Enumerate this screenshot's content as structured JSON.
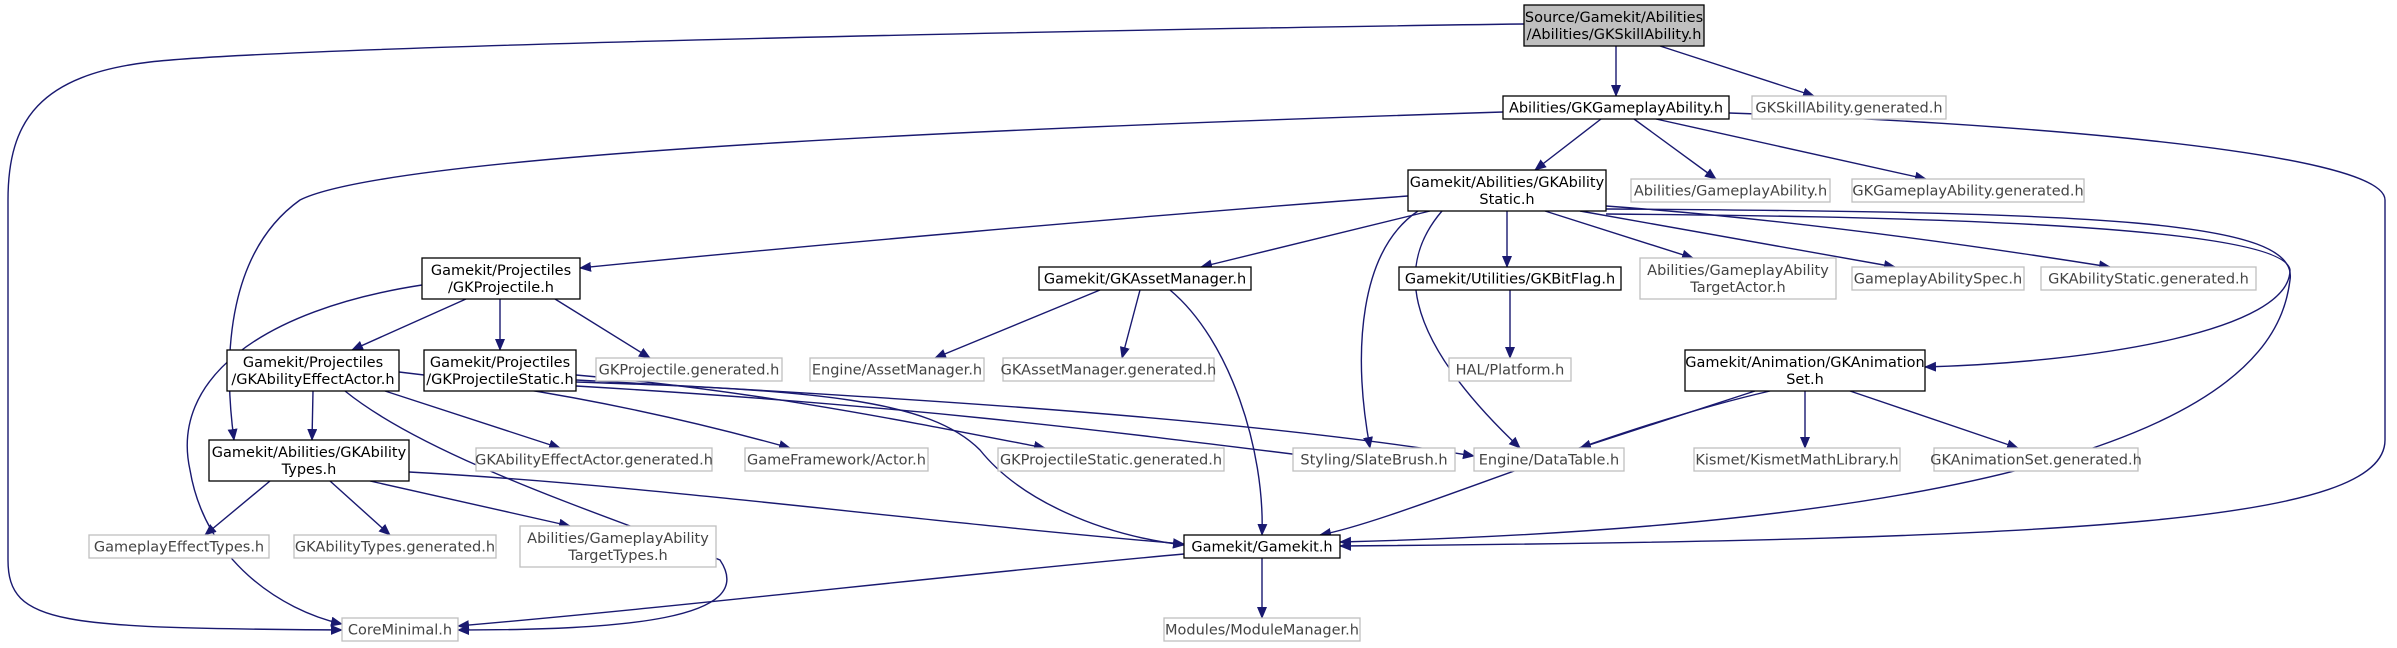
{
  "nodes": [
    {
      "id": "root",
      "kind": "root",
      "lines": [
        "Source/Gamekit/Abilities",
        "/Abilities/GKSkillAbility.h"
      ]
    },
    {
      "id": "gameplay_ability_h",
      "kind": "strong",
      "lines": [
        "Abilities/GKGameplayAbility.h"
      ]
    },
    {
      "id": "skill_gen",
      "kind": "weak",
      "lines": [
        "GKSkillAbility.generated.h"
      ]
    },
    {
      "id": "ability_static",
      "kind": "strong",
      "lines": [
        "Gamekit/Abilities/GKAbility",
        "Static.h"
      ]
    },
    {
      "id": "abilities_gameplayability",
      "kind": "weak",
      "lines": [
        "Abilities/GameplayAbility.h"
      ]
    },
    {
      "id": "gameplayability_gen",
      "kind": "weak",
      "lines": [
        "GKGameplayAbility.generated.h"
      ]
    },
    {
      "id": "projectile",
      "kind": "strong",
      "lines": [
        "Gamekit/Projectiles",
        "/GKProjectile.h"
      ]
    },
    {
      "id": "asset_manager",
      "kind": "strong",
      "lines": [
        "Gamekit/GKAssetManager.h"
      ]
    },
    {
      "id": "bitflag",
      "kind": "strong",
      "lines": [
        "Gamekit/Utilities/GKBitFlag.h"
      ]
    },
    {
      "id": "target_actor",
      "kind": "weak",
      "lines": [
        "Abilities/GameplayAbility",
        "TargetActor.h"
      ]
    },
    {
      "id": "ability_spec",
      "kind": "weak",
      "lines": [
        "GameplayAbilitySpec.h"
      ]
    },
    {
      "id": "static_gen",
      "kind": "weak",
      "lines": [
        "GKAbilityStatic.generated.h"
      ]
    },
    {
      "id": "effect_actor",
      "kind": "strong",
      "lines": [
        "Gamekit/Projectiles",
        "/GKAbilityEffectActor.h"
      ]
    },
    {
      "id": "projectile_static",
      "kind": "strong",
      "lines": [
        "Gamekit/Projectiles",
        "/GKProjectileStatic.h"
      ]
    },
    {
      "id": "projectile_gen",
      "kind": "weak",
      "lines": [
        "GKProjectile.generated.h"
      ]
    },
    {
      "id": "engine_assetmanager",
      "kind": "weak",
      "lines": [
        "Engine/AssetManager.h"
      ]
    },
    {
      "id": "assetmanager_gen",
      "kind": "weak",
      "lines": [
        "GKAssetManager.generated.h"
      ]
    },
    {
      "id": "hal_platform",
      "kind": "weak",
      "lines": [
        "HAL/Platform.h"
      ]
    },
    {
      "id": "animation_set",
      "kind": "strong",
      "lines": [
        "Gamekit/Animation/GKAnimation",
        "Set.h"
      ]
    },
    {
      "id": "ability_types",
      "kind": "strong",
      "lines": [
        "Gamekit/Abilities/GKAbility",
        "Types.h"
      ]
    },
    {
      "id": "effectactor_gen",
      "kind": "weak",
      "lines": [
        "GKAbilityEffectActor.generated.h"
      ]
    },
    {
      "id": "gf_actor",
      "kind": "weak",
      "lines": [
        "GameFramework/Actor.h"
      ]
    },
    {
      "id": "projstatic_gen",
      "kind": "weak",
      "lines": [
        "GKProjectileStatic.generated.h"
      ]
    },
    {
      "id": "slate_brush",
      "kind": "weak",
      "lines": [
        "Styling/SlateBrush.h"
      ]
    },
    {
      "id": "datatable",
      "kind": "weak",
      "lines": [
        "Engine/DataTable.h"
      ]
    },
    {
      "id": "kismet",
      "kind": "weak",
      "lines": [
        "Kismet/KismetMathLibrary.h"
      ]
    },
    {
      "id": "animset_gen",
      "kind": "weak",
      "lines": [
        "GKAnimationSet.generated.h"
      ]
    },
    {
      "id": "effect_types",
      "kind": "weak",
      "lines": [
        "GameplayEffectTypes.h"
      ]
    },
    {
      "id": "abilitytypes_gen",
      "kind": "weak",
      "lines": [
        "GKAbilityTypes.generated.h"
      ]
    },
    {
      "id": "target_types",
      "kind": "weak",
      "lines": [
        "Abilities/GameplayAbility",
        "TargetTypes.h"
      ]
    },
    {
      "id": "gamekit",
      "kind": "strong",
      "lines": [
        "Gamekit/Gamekit.h"
      ]
    },
    {
      "id": "core_minimal",
      "kind": "weak",
      "lines": [
        "CoreMinimal.h"
      ]
    },
    {
      "id": "module_manager",
      "kind": "weak",
      "lines": [
        "Modules/ModuleManager.h"
      ]
    }
  ],
  "edges": [
    {
      "from": "root",
      "to": "gameplay_ability_h"
    },
    {
      "from": "root",
      "to": "skill_gen"
    },
    {
      "from": "root",
      "to": "core_minimal"
    },
    {
      "from": "gameplay_ability_h",
      "to": "ability_static"
    },
    {
      "from": "gameplay_ability_h",
      "to": "abilities_gameplayability"
    },
    {
      "from": "gameplay_ability_h",
      "to": "gameplayability_gen"
    },
    {
      "from": "gameplay_ability_h",
      "to": "ability_types"
    },
    {
      "from": "gameplay_ability_h",
      "to": "gamekit"
    },
    {
      "from": "ability_static",
      "to": "projectile"
    },
    {
      "from": "ability_static",
      "to": "asset_manager"
    },
    {
      "from": "ability_static",
      "to": "bitflag"
    },
    {
      "from": "ability_static",
      "to": "target_actor"
    },
    {
      "from": "ability_static",
      "to": "ability_spec"
    },
    {
      "from": "ability_static",
      "to": "static_gen"
    },
    {
      "from": "ability_static",
      "to": "animation_set"
    },
    {
      "from": "ability_static",
      "to": "slate_brush"
    },
    {
      "from": "ability_static",
      "to": "datatable"
    },
    {
      "from": "ability_static",
      "to": "gamekit"
    },
    {
      "from": "projectile",
      "to": "effect_actor"
    },
    {
      "from": "projectile",
      "to": "projectile_static"
    },
    {
      "from": "projectile",
      "to": "projectile_gen"
    },
    {
      "from": "projectile",
      "to": "core_minimal"
    },
    {
      "from": "asset_manager",
      "to": "engine_assetmanager"
    },
    {
      "from": "asset_manager",
      "to": "assetmanager_gen"
    },
    {
      "from": "asset_manager",
      "to": "gamekit"
    },
    {
      "from": "bitflag",
      "to": "hal_platform"
    },
    {
      "from": "effect_actor",
      "to": "ability_types"
    },
    {
      "from": "effect_actor",
      "to": "effectactor_gen"
    },
    {
      "from": "effect_actor",
      "to": "gf_actor"
    },
    {
      "from": "effect_actor",
      "to": "core_minimal"
    },
    {
      "from": "projectile_static",
      "to": "projstatic_gen"
    },
    {
      "from": "projectile_static",
      "to": "slate_brush"
    },
    {
      "from": "projectile_static",
      "to": "datatable"
    },
    {
      "from": "projectile_static",
      "to": "gamekit"
    },
    {
      "from": "animation_set",
      "to": "datatable"
    },
    {
      "from": "animation_set",
      "to": "kismet"
    },
    {
      "from": "animation_set",
      "to": "animset_gen"
    },
    {
      "from": "animation_set",
      "to": "gamekit"
    },
    {
      "from": "ability_types",
      "to": "effect_types"
    },
    {
      "from": "ability_types",
      "to": "abilitytypes_gen"
    },
    {
      "from": "ability_types",
      "to": "target_types"
    },
    {
      "from": "ability_types",
      "to": "gamekit"
    },
    {
      "from": "gamekit",
      "to": "core_minimal"
    },
    {
      "from": "gamekit",
      "to": "module_manager"
    }
  ]
}
